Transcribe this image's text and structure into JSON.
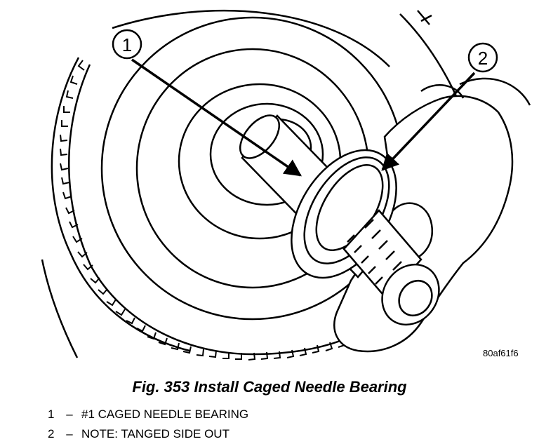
{
  "figure": {
    "code": "80af61f6",
    "caption": "Fig. 353 Install Caged Needle Bearing",
    "callouts": [
      {
        "number": "1",
        "label": "#1 CAGED NEEDLE BEARING"
      },
      {
        "number": "2",
        "label": "NOTE: TANGED SIDE OUT"
      }
    ],
    "dash": "–"
  }
}
